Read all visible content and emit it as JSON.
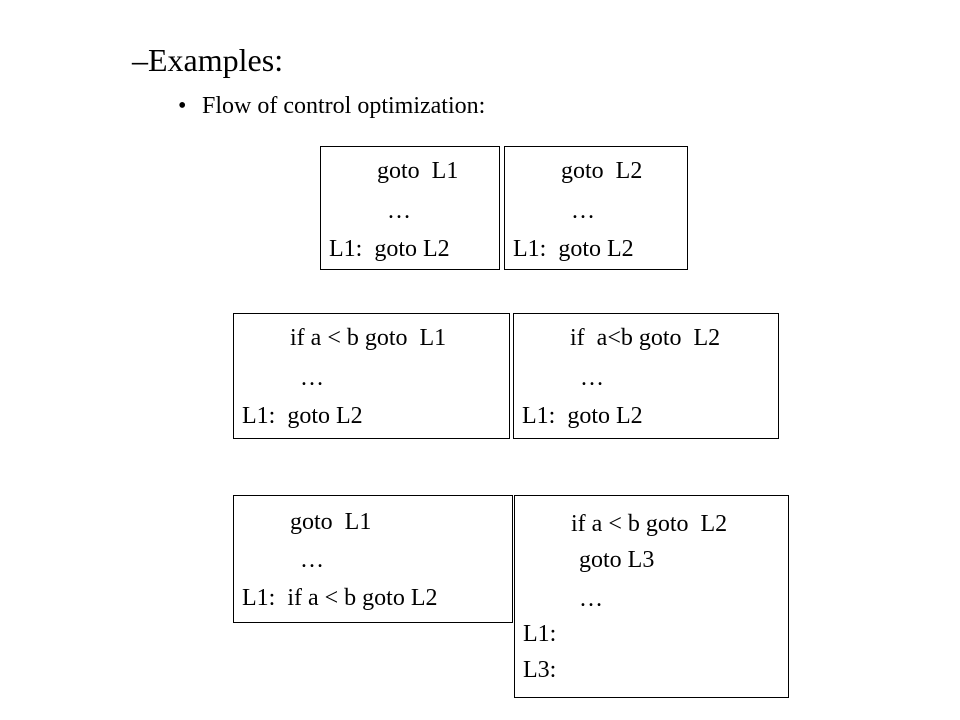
{
  "slide": {
    "heading": "–Examples:",
    "bullet_marker": "•",
    "bullet": "Flow of control optimization:"
  },
  "boxes": [
    {
      "lines": [
        "goto  L1",
        "…",
        "L1:  goto L2"
      ]
    },
    {
      "lines": [
        "goto  L2",
        "…",
        "L1:  goto L2"
      ]
    },
    {
      "lines": [
        "if a < b goto  L1",
        "…",
        "L1:  goto L2"
      ]
    },
    {
      "lines": [
        "if  a<b goto  L2",
        "…",
        "L1:  goto L2"
      ]
    },
    {
      "lines": [
        "goto  L1",
        "…",
        "L1:  if a < b goto L2"
      ]
    },
    {
      "lines": [
        "if a < b goto  L2",
        "goto L3",
        "…",
        "L1:",
        "L3:"
      ]
    }
  ]
}
